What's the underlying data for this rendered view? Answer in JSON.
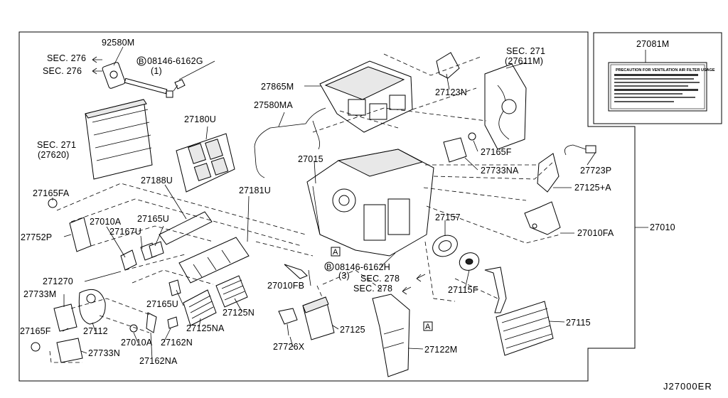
{
  "diagram_code": "J27000ER",
  "inset": {
    "part_number": "27081M",
    "label_header": "PRECAUTION FOR VENTILATION AIR FILTER USAGE"
  },
  "callouts": {
    "c92580M": "92580M",
    "sec276a": "SEC. 276",
    "sec276b": "SEC. 276",
    "bolt_b1": "08146-6162G",
    "bolt_b1_qty": "(1)",
    "bolt_prefix": "B",
    "c27865M": "27865M",
    "c27123N": "27123N",
    "sec271b": "SEC. 271",
    "c27611M": "(27611M)",
    "c27180U": "27180U",
    "c27580MA": "27580MA",
    "sec271a": "SEC. 271",
    "c27620": "(27620)",
    "c27015": "27015",
    "c27165F_a": "27165F",
    "c27733NA": "27733NA",
    "c27723P": "27723P",
    "c27188U": "27188U",
    "c27181U": "27181U",
    "c27165FA": "27165FA",
    "c27125A": "27125+A",
    "c27010A_a": "27010A",
    "c27165U_a": "27165U",
    "c27157": "27157",
    "c27752P": "27752P",
    "c27167U": "27167U",
    "c27010FA": "27010FA",
    "c27010": "27010",
    "box_a": "A",
    "c27127O": "271270",
    "bolt_b2": "08146-6162H",
    "bolt_b2_qty": "(3)",
    "c27010FB": "27010FB",
    "sec278a": "SEC. 278",
    "sec278b": "SEC. 278",
    "c27733M": "27733M",
    "c27115F": "27115F",
    "c27165U_b": "27165U",
    "c27125N": "27125N",
    "c27112": "27112",
    "c27125NA": "27125NA",
    "c27165F_b": "27165F",
    "c27125": "27125",
    "c27115": "27115",
    "c27162N": "27162N",
    "c27010A_b": "27010A",
    "c27726X": "27726X",
    "c27733N": "27733N",
    "c27122M": "27122M",
    "c27162NA": "27162NA"
  }
}
